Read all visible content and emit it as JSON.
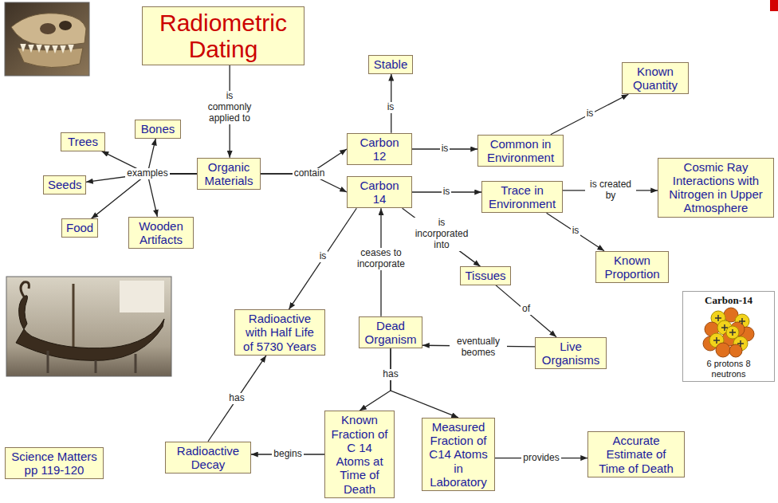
{
  "diagram": {
    "nodes": [
      {
        "text": [
          "Radiometric Dating"
        ]
      },
      {
        "text": [
          "Stable"
        ]
      },
      {
        "text": [
          "Known Quantity"
        ]
      },
      {
        "text": [
          "Bones"
        ]
      },
      {
        "text": [
          "Trees"
        ]
      },
      {
        "text": [
          "Organic Materials"
        ]
      },
      {
        "text": [
          "Carbon 12"
        ]
      },
      {
        "text": [
          "Common in Environment"
        ]
      },
      {
        "text": [
          "Cosmic Ray Interactions with Nitrogen in Upper Atmosphere"
        ]
      },
      {
        "text": [
          "Seeds"
        ]
      },
      {
        "text": [
          "Carbon 14"
        ]
      },
      {
        "text": [
          "Trace in Environment"
        ]
      },
      {
        "text": [
          "Food"
        ]
      },
      {
        "text": [
          "Wooden Artifacts"
        ]
      },
      {
        "text": [
          "Known Proportion"
        ]
      },
      {
        "text": [
          "Tissues"
        ]
      },
      {
        "text": [
          "Radioactive with Half Life of 5730 Years"
        ]
      },
      {
        "text": [
          "Dead Organism"
        ]
      },
      {
        "text": [
          "Live Organisms"
        ]
      },
      {
        "text": [
          "Science Matters pp 119-120"
        ]
      },
      {
        "text": [
          "Radioactive Decay"
        ]
      },
      {
        "text": [
          "Known Fraction of C 14 Atoms at Time of Death"
        ]
      },
      {
        "text": [
          "Measured Fraction of C14 Atoms in Laboratory"
        ]
      },
      {
        "text": [
          "Accurate Estimate of Time of Death"
        ]
      },
      {
        "text": [
          "Carbon-14",
          "6 protons 8 neutrons"
        ]
      }
    ],
    "edges": [
      {
        "from": 0,
        "to": 5,
        "label": "is commonly applied to",
        "arrow": "to"
      },
      {
        "from": 5,
        "to": 3,
        "label": "examples",
        "arrow": "to"
      },
      {
        "from": 5,
        "to": 4,
        "arrow": "to"
      },
      {
        "from": 5,
        "to": 9,
        "arrow": "to"
      },
      {
        "from": 5,
        "to": 12,
        "arrow": "to"
      },
      {
        "from": 5,
        "to": 13,
        "arrow": "to"
      },
      {
        "from": 5,
        "to": 6,
        "label": "contain",
        "arrow": "to"
      },
      {
        "from": 5,
        "to": 10,
        "arrow": "to"
      },
      {
        "from": 6,
        "to": 1,
        "label": "is",
        "arrow": "to"
      },
      {
        "from": 6,
        "to": 7,
        "label": "is",
        "arrow": "to"
      },
      {
        "from": 7,
        "to": 2,
        "label": "is",
        "arrow": "to"
      },
      {
        "from": 10,
        "to": 11,
        "label": "is",
        "arrow": "to"
      },
      {
        "from": 11,
        "to": 8,
        "label": "is created by",
        "arrow": "to"
      },
      {
        "from": 11,
        "to": 14,
        "label": "is",
        "arrow": "to"
      },
      {
        "from": 10,
        "to": 15,
        "label": "is incorporated into",
        "arrow": "to"
      },
      {
        "from": 15,
        "to": 18,
        "label": "of",
        "arrow": "to"
      },
      {
        "from": 18,
        "to": 17,
        "label": "eventually beomes",
        "arrow": "to"
      },
      {
        "from": 17,
        "to": 10,
        "label": "ceases to incorporate",
        "arrow": "to"
      },
      {
        "from": 10,
        "to": 16,
        "label": "is",
        "arrow": "to"
      },
      {
        "from": 17,
        "to": 21,
        "label": "has",
        "arrow": "to"
      },
      {
        "from": 17,
        "to": 22,
        "arrow": "to"
      },
      {
        "from": 21,
        "to": 20,
        "label": "begins",
        "arrow": "to"
      },
      {
        "from": 20,
        "to": 16,
        "label": "has",
        "arrow": "to"
      },
      {
        "from": 22,
        "to": 23,
        "label": "provides",
        "arrow": "to"
      }
    ]
  }
}
